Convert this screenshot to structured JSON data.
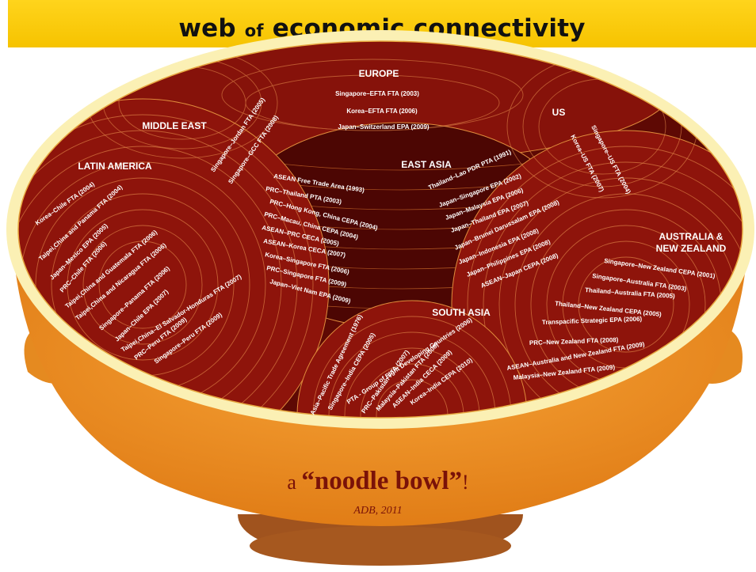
{
  "title": {
    "part1": "web ",
    "part2": "of",
    "part3": " economic connectivity"
  },
  "caption": {
    "prefix": "a ",
    "open_quote": "“",
    "emphasis": "noodle bowl",
    "close_quote": "”",
    "suffix": "!",
    "source": "ADB, 2011"
  },
  "colors": {
    "title_bar": "#f6c300",
    "bowl_orange": "#e8861e",
    "bowl_rim": "#fbf0b4",
    "noodle_dark": "#6e0a05",
    "noodle_red": "#94150b",
    "caption_text": "#7a1208"
  },
  "regions": [
    {
      "name": "EUROPE",
      "agreements": [
        "Singapore–EFTA FTA (2003)",
        "Korea–EFTA FTA (2006)",
        "Japan–Switzerland EPA (2009)"
      ]
    },
    {
      "name": "MIDDLE EAST",
      "agreements": [
        "Singapore–Jordan FTA (2005)",
        "Singapore–GCC FTA (2008)"
      ]
    },
    {
      "name": "US",
      "agreements": [
        "Singapore–US FTA (2004)",
        "Korea–US FTA (2007)"
      ]
    },
    {
      "name": "LATIN AMERICA",
      "agreements": [
        "Korea–Chile FTA (2004)",
        "Taipei,China and Panama FTA (2004)",
        "Japan–Mexico EPA (2005)",
        "PRC–Chile FTA (2006)",
        "Taipei,China and Guatemala FTA (2006)",
        "Taipei,China and Nicaragua FTA (2006)",
        "Singapore–Panama FTA (2006)",
        "Japan–Chile EPA (2007)",
        "Taipei,China–El Salvador-Honduras FTA (2007)",
        "PRC–Peru FTA (2009)",
        "Singapore–Peru FTA (2009)"
      ]
    },
    {
      "name": "EAST ASIA",
      "agreements": [
        "ASEAN Free Trade Area (1993)",
        "PRC–Thailand PTA (2003)",
        "PRC–Hong Kong, China CEPA (2004)",
        "PRC–Macau, China CEPA (2004)",
        "ASEAN–PRC CECA (2005)",
        "ASEAN–Korea CECA (2007)",
        "Korea–Singapore FTA (2006)",
        "PRC–Singapore FTA (2009)",
        "Japan–Viet Nam EPA (2009)",
        "Thailand–Lao PDR PTA (1991)",
        "Japan–Singapore EPA (2002)",
        "Japan–Malaysia EPA (2006)",
        "Japan–Thailand EPA (2007)",
        "Japan–Brunei Darussalam EPA (2008)",
        "Japan–Indonesia EPA (2008)",
        "Japan–Philippines EPA (2008)",
        "ASEAN–Japan CEPA (2008)"
      ]
    },
    {
      "name": "AUSTRALIA & NEW ZEALAND",
      "agreements": [
        "Singapore–New Zealand CEPA (2001)",
        "Singapore–Australia FTA (2003)",
        "Thailand–Australia FTA (2005)",
        "Thailand–New Zealand CEPA (2005)",
        "Transpacific Strategic EPA (2006)",
        "PRC–New Zealand FTA (2008)",
        "ASEAN–Australia and New Zealand FTA (2009)",
        "Malaysia–New Zealand FTA (2009)"
      ]
    },
    {
      "name": "SOUTH ASIA",
      "agreements": [
        "Asia–Pacific Trade Agreement (1976)",
        "Singapore–India CEPA (2005)",
        "PTA - Group of Eight Developing Countries (2006)",
        "PRC–Pakistan FTA (2007)",
        "Malaysia–Pakistan FTA (2008)",
        "ASEAN–India CECA (2009)",
        "Korea–India CEPA (2010)"
      ]
    }
  ]
}
